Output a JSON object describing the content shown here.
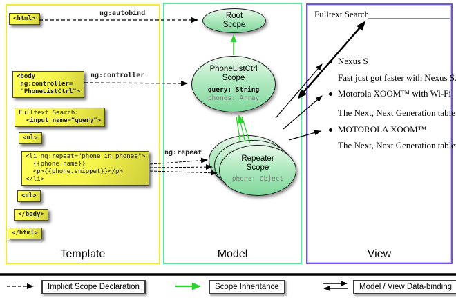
{
  "columns": {
    "template": {
      "label": "Template"
    },
    "model": {
      "label": "Model"
    },
    "view": {
      "label": "View"
    }
  },
  "template_boxes": {
    "html_open": "<html>",
    "body_open": "<body\n ng:controller=\n \"PhoneListCtrl\">",
    "fulltext_label": "Fulltext Search:",
    "fulltext_input": "  <input name=\"query\">",
    "ul_open": "<ul>",
    "li_block": "<li ng:repeat=\"phone in phones\">\n  {{phone.name}}\n  <p>{{phone.snippet}}</p>\n</li>",
    "ul_close": "<ul>",
    "body_close": "</body>",
    "html_close": "</html>"
  },
  "edge_labels": {
    "autobind": "ng:autobind",
    "controller": "ng:controller",
    "repeat": "ng:repeat"
  },
  "model": {
    "root_scope": {
      "line1": "Root",
      "line2": "Scope"
    },
    "phonelist_scope": {
      "line1": "PhoneListCtrl",
      "line2": "Scope",
      "prop1": "query: String",
      "prop2": "phones: Array"
    },
    "repeater_scope": {
      "line1": "Repeater",
      "line2": "Scope",
      "prop1": "phone: Object"
    }
  },
  "view": {
    "search_label": "Fulltext Search:",
    "search_value": "",
    "items": [
      {
        "title": "Nexus S",
        "desc": "Fast just got faster with Nexus S."
      },
      {
        "title": "Motorola XOOM™ with Wi-Fi",
        "desc": "The Next, Next Generation tablet."
      },
      {
        "title": "MOTOROLA XOOM™",
        "desc": "The Next, Next Generation tablet."
      }
    ]
  },
  "legend": {
    "implicit": "Implicit Scope Declaration",
    "inheritance": "Scope Inheritance",
    "binding": "Model / View Data-binding"
  },
  "colors": {
    "template_border": "#f2ea3d",
    "model_border": "#5fe6a1",
    "view_border": "#6e57da",
    "code_box_fill": "#ffff57",
    "scope_fill_bottom": "#7fd79b",
    "inheritance_green": "#2fd32f",
    "arrow_black": "#000000"
  }
}
